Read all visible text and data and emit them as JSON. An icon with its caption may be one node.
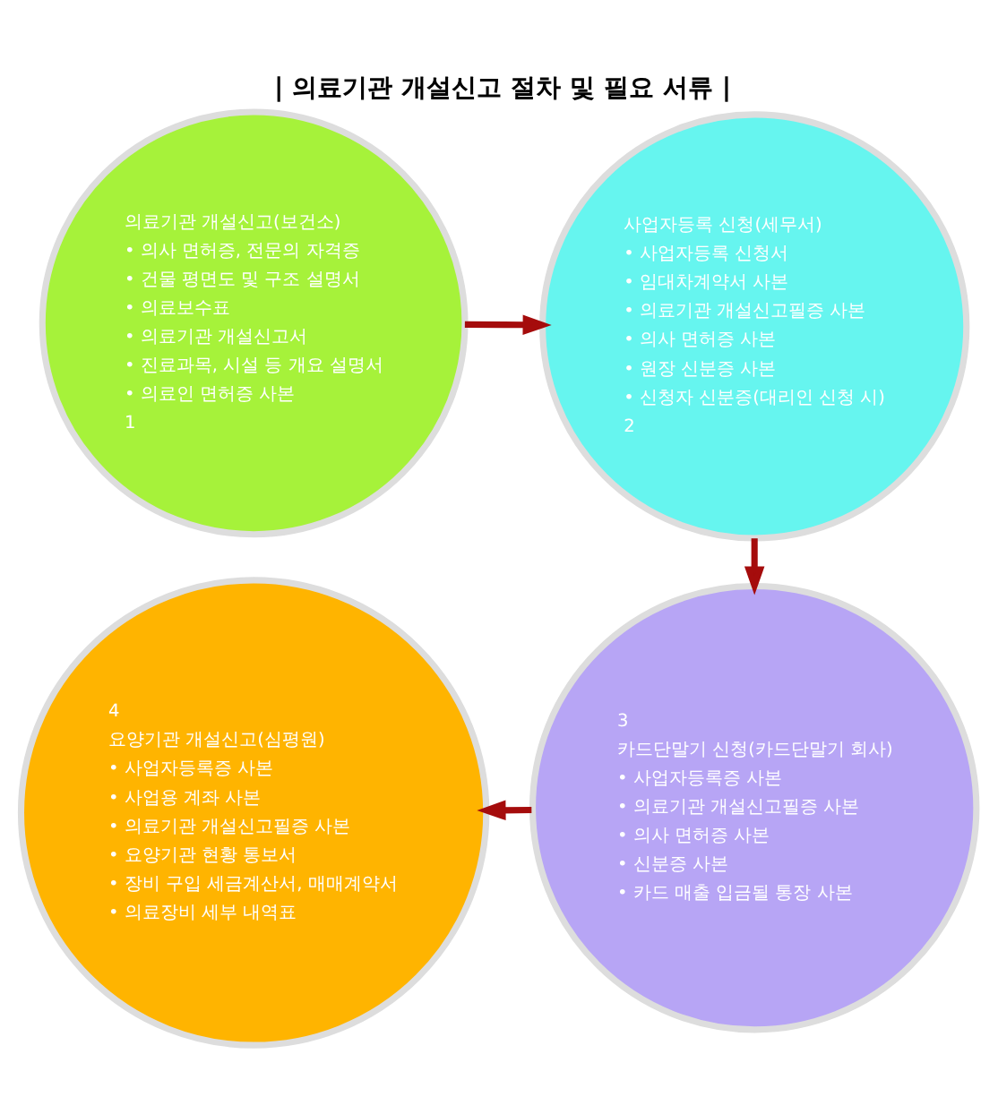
{
  "diagram": {
    "title": "| 의료기관 개설신고 절차 및 필요 서류 |",
    "nodes": [
      {
        "text": [
          "의료기관 개설신고(보건소)",
          "• 의사 면허증, 전문의 자격증",
          "• 건물 평면도 및 구조 설명서",
          "• 의료보수표",
          "• 의료기관 개설신고서",
          "• 진료과목, 시설 등 개요 설명서",
          "• 의료인 면허증 사본",
          "1"
        ]
      },
      {
        "text": [
          "사업자등록 신청(세무서)",
          "• 사업자등록 신청서",
          "• 임대차계약서 사본",
          "• 의료기관 개설신고필증 사본",
          "• 의사 면허증 사본",
          "• 원장 신분증 사본",
          "• 신청자 신분증(대리인 신청 시)",
          "2"
        ]
      },
      {
        "text": [
          "3",
          "카드단말기 신청(카드단말기 회사)",
          "• 사업자등록증 사본",
          "• 의료기관 개설신고필증 사본",
          "• 의사 면허증 사본",
          "• 신분증 사본",
          "• 카드 매출 입금될 통장 사본"
        ]
      },
      {
        "text": [
          "4",
          "요양기관 개설신고(심평원)",
          "• 사업자등록증 사본",
          "• 사업용 계좌 사본",
          "• 의료기관 개설신고필증 사본",
          "• 요양기관 현황 통보서",
          "• 장비 구입 세금계산서, 매매계약서",
          "• 의료장비 세부 내역표"
        ]
      }
    ],
    "edges": [
      {
        "from": 0,
        "to": 1,
        "arrow": "to"
      },
      {
        "from": 1,
        "to": 2,
        "arrow": "to"
      },
      {
        "from": 2,
        "to": 3,
        "arrow": "to"
      }
    ]
  }
}
